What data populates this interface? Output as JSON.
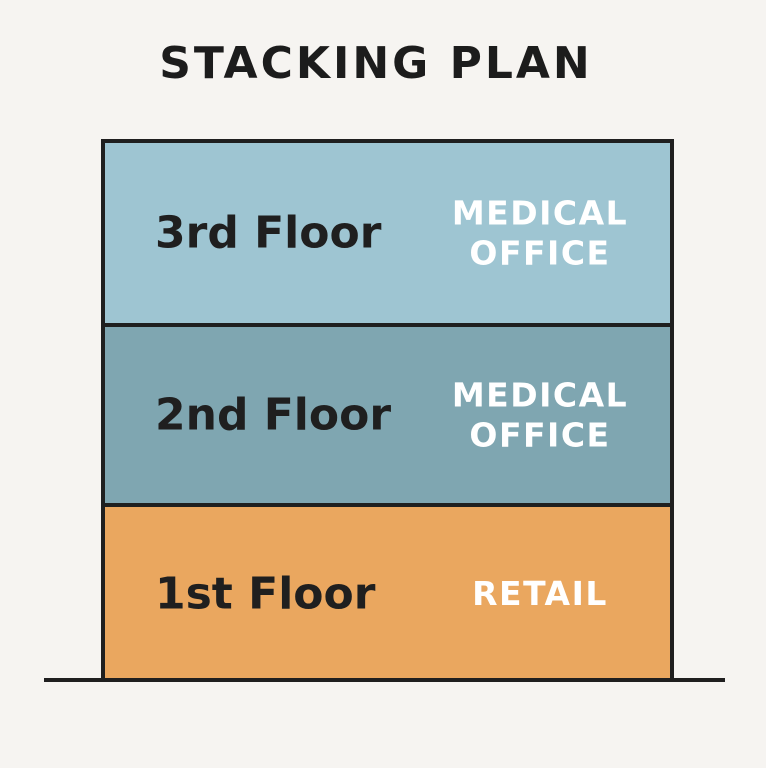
{
  "title": "STACKING PLAN",
  "colors": {
    "floor3": "#9ec5d2",
    "floor2": "#7fa6b1",
    "floor1": "#eaa75f",
    "outline": "#1f1f1f",
    "background": "#f6f4f1"
  },
  "floors": [
    {
      "name": "3rd Floor",
      "use_line1": "MEDICAL",
      "use_line2": "OFFICE"
    },
    {
      "name": "2nd Floor",
      "use_line1": "MEDICAL",
      "use_line2": "OFFICE"
    },
    {
      "name": "1st Floor",
      "use_line1": "RETAIL",
      "use_line2": ""
    }
  ]
}
